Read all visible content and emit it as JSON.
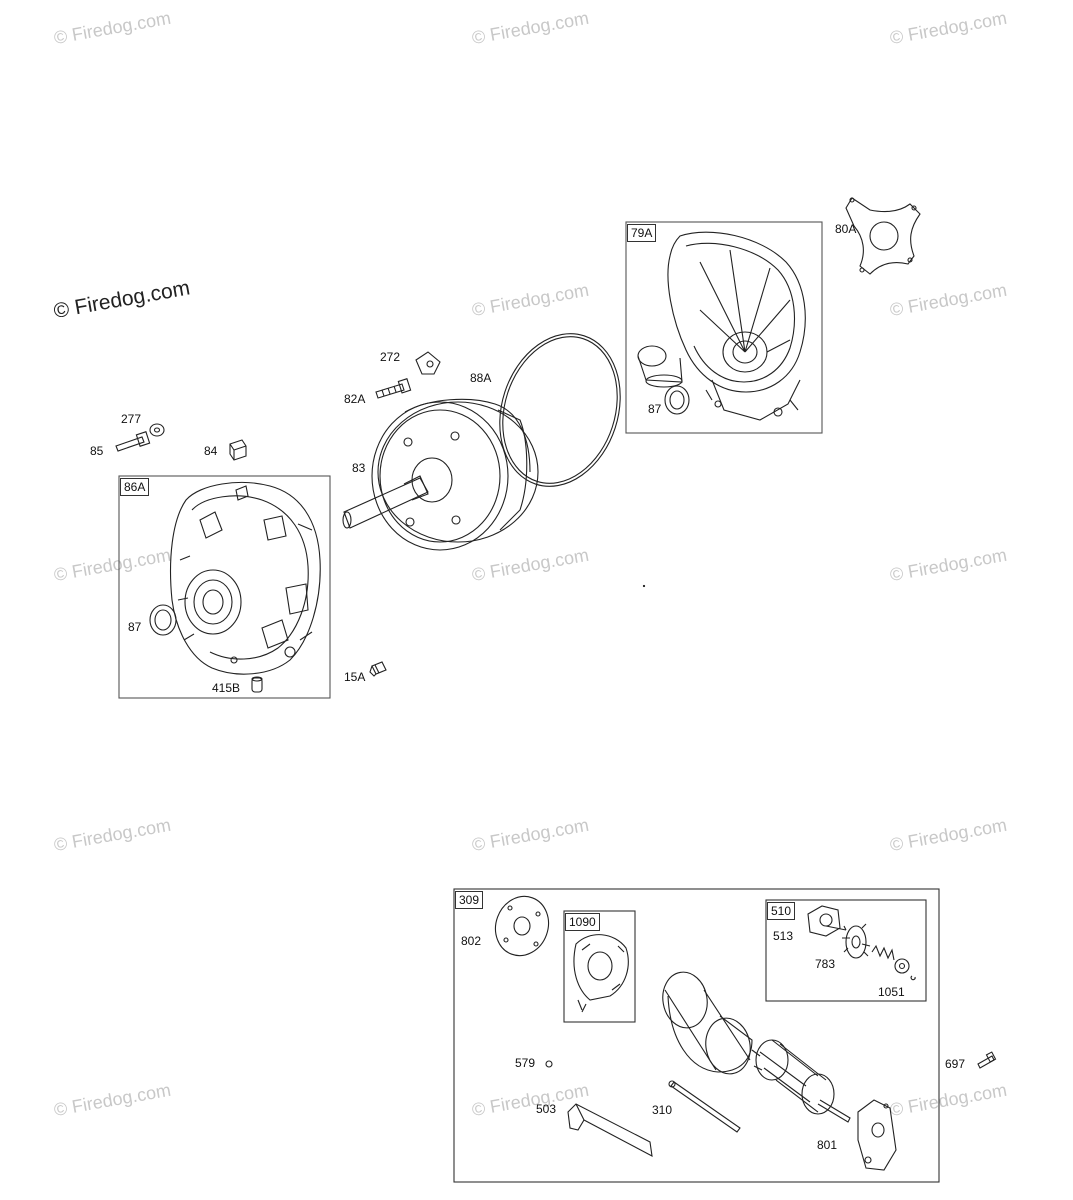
{
  "watermark": {
    "text": "© Firedog.com",
    "main_text": "© Firedog.com"
  },
  "assemblies": {
    "a86A": "86A",
    "a79A": "79A",
    "a309": "309",
    "a1090": "1090",
    "a510": "510"
  },
  "parts": {
    "p277": "277",
    "p85": "85",
    "p84": "84",
    "p87_left": "87",
    "p415B": "415B",
    "p15A": "15A",
    "p272": "272",
    "p82A": "82A",
    "p83": "83",
    "p88A": "88A",
    "p87_right": "87",
    "p80A": "80A",
    "p802": "802",
    "p513": "513",
    "p783": "783",
    "p1051": "1051",
    "p579": "579",
    "p503": "503",
    "p310": "310",
    "p801": "801",
    "p697": "697"
  }
}
